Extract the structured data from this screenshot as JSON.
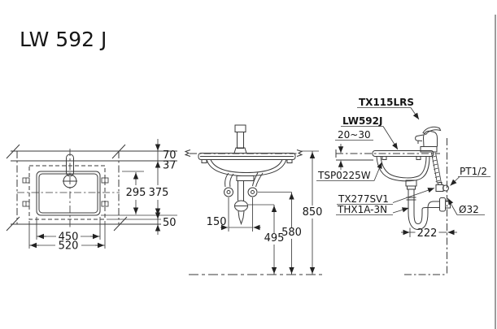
{
  "title": "LW 592 J",
  "plan_view": {
    "dim_faucet_offset": "70",
    "dim_rim_to_cutout": "37",
    "dim_cutout_depth": "295",
    "dim_total_depth": "375",
    "dim_front_clearance": "50",
    "dim_cutout_width": "450",
    "dim_total_width": "520"
  },
  "front_view": {
    "dim_valve_spacing": "150",
    "dim_trap_height": "495",
    "dim_valve_height": "580",
    "dim_counter_height": "850"
  },
  "side_view": {
    "faucet_model": "TX115LRS",
    "basin_model": "LW592J",
    "counter_thickness": "20~30",
    "drain_fitting_model": "TSP0225W",
    "stop_valve_model": "TX277SV1",
    "trap_model": "THX1A-3N",
    "supply_thread": "PT1/2",
    "drain_diameter": "Ø32",
    "dim_drain_offset": "222"
  }
}
